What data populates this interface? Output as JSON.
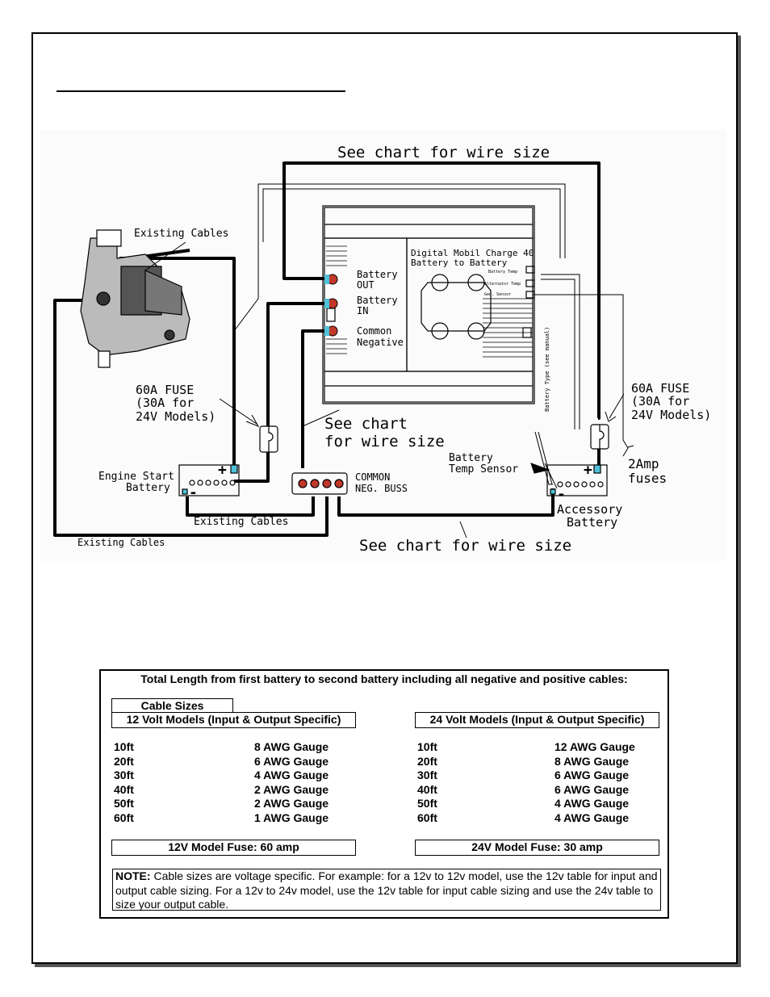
{
  "diagram": {
    "top_wire_label": "See chart for wire size",
    "existing_cables_top": "Existing Cables",
    "charger_title_1": "Digital Mobil Charge 40",
    "charger_title_2": "Battery to Battery",
    "terminal_battery_out_1": "Battery",
    "terminal_battery_out_2": "OUT",
    "terminal_battery_in_1": "Battery",
    "terminal_battery_in_2": "IN",
    "terminal_common_neg_1": "Common",
    "terminal_common_neg_2": "Negative",
    "sensor_battery_temp": "Battery Temp",
    "sensor_alternator_temp": "Alternator Temp",
    "sensor_gen_sensor": "Gen. Sensor",
    "battery_type_label": "Battery Type (see manual)",
    "fuse_left_1": "60A FUSE",
    "fuse_left_2": "(30A for",
    "fuse_left_3": "24V Models)",
    "fuse_right_1": "60A FUSE",
    "fuse_right_2": "(30A for",
    "fuse_right_3": "24V Models)",
    "middle_wire_label_1": "See chart",
    "middle_wire_label_2": "for wire size",
    "battery_temp_sensor_1": "Battery",
    "battery_temp_sensor_2": "Temp Sensor",
    "two_amp_fuses_1": "2Amp",
    "two_amp_fuses_2": "fuses",
    "engine_start_1": "Engine Start",
    "engine_start_2": "Battery",
    "common_neg_buss_1": "COMMON",
    "common_neg_buss_2": "NEG. BUSS",
    "accessory_1": "Accessory",
    "accessory_2": "Battery",
    "existing_cables_mid": "Existing Cables",
    "existing_cables_bottom": "Existing Cables",
    "bottom_wire_label": "See chart for wire size",
    "plus_sign": "+",
    "minus_sign": "-"
  },
  "table": {
    "title": "Total Length from first battery to second battery including all negative and positive cables:",
    "cable_sizes_label": "Cable Sizes",
    "left_header": "12 Volt Models (Input & Output Specific)",
    "right_header": "24 Volt Models (Input & Output Specific)",
    "left_rows": [
      {
        "length": "10ft",
        "gauge": "8 AWG Gauge"
      },
      {
        "length": "20ft",
        "gauge": "6 AWG Gauge"
      },
      {
        "length": "30ft",
        "gauge": "4 AWG Gauge"
      },
      {
        "length": "40ft",
        "gauge": "2 AWG Gauge"
      },
      {
        "length": "50ft",
        "gauge": "2 AWG Gauge"
      },
      {
        "length": "60ft",
        "gauge": "1 AWG Gauge"
      }
    ],
    "right_rows": [
      {
        "length": "10ft",
        "gauge": "12 AWG Gauge"
      },
      {
        "length": "20ft",
        "gauge": "8 AWG Gauge"
      },
      {
        "length": "30ft",
        "gauge": "6 AWG Gauge"
      },
      {
        "length": "40ft",
        "gauge": "6 AWG Gauge"
      },
      {
        "length": "50ft",
        "gauge": "4 AWG Gauge"
      },
      {
        "length": "60ft",
        "gauge": "4 AWG Gauge"
      }
    ],
    "left_fuse": "12V Model Fuse:  60 amp",
    "right_fuse": "24V Model Fuse:  30 amp",
    "note_label": "NOTE:",
    "note_text": " Cable sizes are voltage specific. For example: for a 12v to 12v model, use the 12v table for input and output cable sizing. For a 12v to 24v model, use the 12v table for input cable sizing and use the 24v table to size your output cable."
  }
}
